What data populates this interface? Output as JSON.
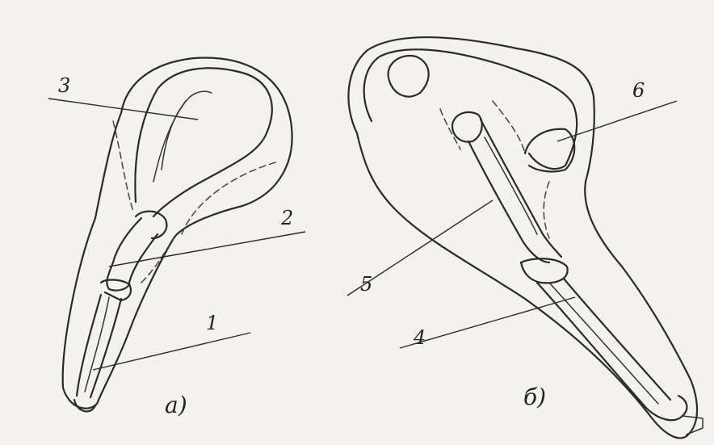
{
  "figure": {
    "callouts": [
      "1",
      "2",
      "3",
      "4",
      "5",
      "6"
    ],
    "panel_labels": [
      "а)",
      "б)"
    ]
  }
}
